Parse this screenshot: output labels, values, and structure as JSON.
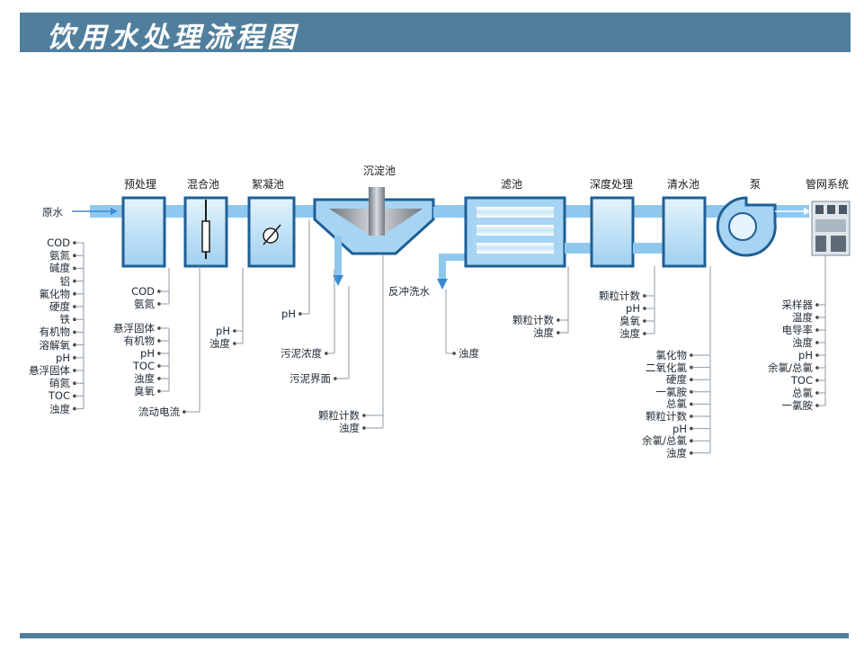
{
  "header": {
    "title": "饮用水处理流程图"
  },
  "colors": {
    "banner": "#4f7f9d",
    "pipe": "#8fc8ee",
    "tank_border": "#1f5f95",
    "tank_fill": "#a6d4f2",
    "sensor_line": "#8c9aa6"
  },
  "stages": [
    {
      "id": "raw",
      "label": "原水"
    },
    {
      "id": "pre",
      "label": "预处理"
    },
    {
      "id": "mix",
      "label": "混合池"
    },
    {
      "id": "floc",
      "label": "絮凝池"
    },
    {
      "id": "sed",
      "label": "沉淀池"
    },
    {
      "id": "filter",
      "label": "滤池"
    },
    {
      "id": "deep",
      "label": "深度处理"
    },
    {
      "id": "clear",
      "label": "清水池"
    },
    {
      "id": "pump",
      "label": "泵"
    },
    {
      "id": "network",
      "label": "管网系统"
    }
  ],
  "sub_labels": {
    "backwash": "反冲洗水"
  },
  "groups": {
    "raw": [
      "COD",
      "氨氮",
      "碱度",
      "铝",
      "氟化物",
      "硬度",
      "铁",
      "有机物",
      "溶解氧",
      "pH",
      "悬浮固体",
      "硝氮",
      "TOC",
      "浊度"
    ],
    "pre": [
      "COD",
      "氨氮"
    ],
    "mix": [
      "悬浮固体",
      "有机物",
      "pH",
      "TOC",
      "浊度",
      "臭氧"
    ],
    "mix_bottom": [
      "流动电流"
    ],
    "floc": [
      "pH",
      "浊度"
    ],
    "sed_ph": [
      "pH"
    ],
    "sed_sludge1": [
      "污泥浓度"
    ],
    "sed_sludge2": [
      "污泥界面"
    ],
    "sed_out": [
      "颗粒计数",
      "浊度"
    ],
    "backwash": [
      "浊度"
    ],
    "filter": [
      "颗粒计数",
      "浊度"
    ],
    "deep": [
      "颗粒计数",
      "pH",
      "臭氧",
      "浊度"
    ],
    "clear": [
      "氯化物",
      "二氧化氯",
      "硬度",
      "一氯胺",
      "总氯",
      "颗粒计数",
      "pH",
      "余氯/总氯",
      "浊度"
    ],
    "network": [
      "采样器",
      "温度",
      "电导率",
      "浊度",
      "pH",
      "余氯/总氯",
      "TOC",
      "总氯",
      "一氯胺"
    ]
  }
}
